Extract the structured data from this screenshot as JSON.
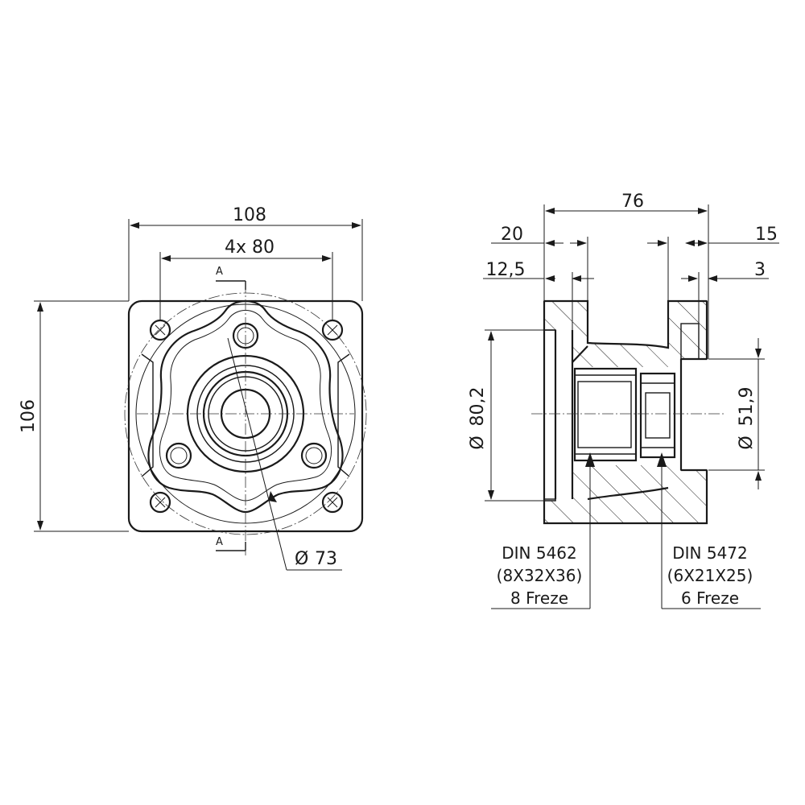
{
  "front_view": {
    "width_total": "108",
    "hole_spacing": "4x 80",
    "height_total": "106",
    "pitch_diameter_symbol": "Ø",
    "pitch_diameter": "73",
    "section_mark_top": "A",
    "section_mark_bottom": "A"
  },
  "side_view": {
    "length_total": "76",
    "flange_thickness": "20",
    "pilot_depth": "12,5",
    "rear_boss_length": "15",
    "rear_step": "3",
    "pilot_diameter_symbol": "Ø",
    "pilot_diameter": "80,2",
    "rear_diameter_symbol": "Ø",
    "rear_diameter": "51,9"
  },
  "notes": {
    "left": [
      "DIN 5462",
      "(8X32X36)",
      "8 Freze"
    ],
    "right": [
      "DIN 5472",
      "(6X21X25)",
      "6 Freze"
    ]
  }
}
